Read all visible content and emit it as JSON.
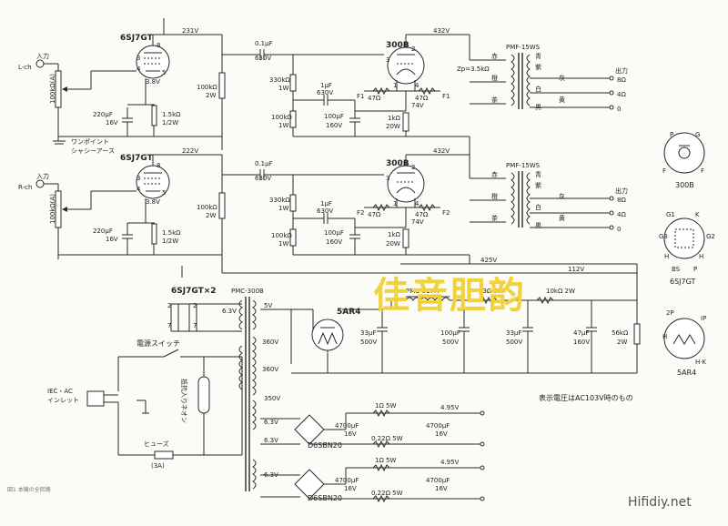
{
  "labels": {
    "input_l": "入力",
    "lch": "L-ch",
    "input_r": "入力",
    "rch": "R-ch",
    "pot": "100kΩ(A)",
    "pot2": "100kΩ(A)",
    "ground1": "ワンポイント",
    "ground2": "シャシーアース",
    "tube_6sj7": "6SJ7GT",
    "tube_6sj7_r": "6SJ7GT",
    "tube_300b": "300B",
    "tube_300b_r": "300B",
    "v231": "231V",
    "v222": "222V",
    "v432a": "432V",
    "v432b": "432V",
    "v425": "425V",
    "v112": "112V",
    "v38a": "3.8V",
    "v38b": "3.8V",
    "v74a": "74V",
    "v74b": "74V",
    "c01a": "0.1μF",
    "c01a_v": "630V",
    "c01b": "0.1μF",
    "c01b_v": "630V",
    "r330a": "330kΩ",
    "r330a_w": "1W",
    "r330b": "330kΩ",
    "r330b_w": "1W",
    "r100a": "100kΩ",
    "r100a_w": "1W",
    "r100b": "100kΩ",
    "r100b_w": "1W",
    "r100k2wa": "100kΩ",
    "r100k2wa_w": "2W",
    "r100k2wb": "100kΩ",
    "r100k2wb_w": "2W",
    "c1ua": "1μF",
    "c1ua_v": "630V",
    "c1ub": "1μF",
    "c1ub_v": "630V",
    "c100a": "100μF",
    "c100a_v": "160V",
    "c100b": "100μF",
    "c100b_v": "160V",
    "r1ka": "1kΩ",
    "r1ka_w": "20W",
    "r1kb": "1kΩ",
    "r1kb_w": "20W",
    "r47a1": "47Ω",
    "r47a2": "47Ω",
    "r47b1": "47Ω",
    "r47b2": "47Ω",
    "c220a": "220μF",
    "c220a_v": "16V",
    "c220b": "220μF",
    "c220b_v": "16V",
    "r15a": "1.5kΩ",
    "r15a_w": "1/2W",
    "r15b": "1.5kΩ",
    "r15b_w": "1/2W",
    "otx": "PMF-15WS",
    "otx2": "PMF-15WS",
    "zp": "Zp=3.5kΩ",
    "c_aka": "赤",
    "c_tou": "橙",
    "c_cha": "茶",
    "c_ao": "青",
    "c_murasaki": "紫",
    "c_hai": "灰",
    "c_shiro": "白",
    "c_ki": "黄",
    "c_kuro": "黒",
    "c_aka2": "赤",
    "c_tou2": "橙",
    "c_cha2": "茶",
    "c_ao2": "青",
    "c_murasaki2": "紫",
    "c_hai2": "灰",
    "c_shiro2": "白",
    "c_ki2": "黄",
    "c_kuro2": "黒",
    "out1": "出力",
    "o8a": "8Ω",
    "o4a": "4Ω",
    "o0a": "0",
    "out2": "出力",
    "o8b": "8Ω",
    "o4b": "4Ω",
    "o0b": "0",
    "ptx": "PMC-300B",
    "tube_6sj7x2": "6SJ7GT×2",
    "v63a": "6.3V",
    "v5": "5V",
    "v360a": "360V",
    "v360b": "360V",
    "v350": "350V",
    "v63b": "6.3V",
    "v63c": "6.3V",
    "v63d": "6.3V",
    "tube_5ar4": "5AR4",
    "choke": "PMC-817H",
    "r33_5w": "33Ω 5W",
    "r10k2w": "10kΩ 2W",
    "c33a": "33μF",
    "c33a_v": "500V",
    "c100c": "100μF",
    "c100c_v": "500V",
    "c33b": "33μF",
    "c33b_v": "500V",
    "c47": "47μF",
    "c47_v": "160V",
    "r56k": "56kΩ",
    "r56k_w": "2W",
    "power_sw": "電源スイッチ",
    "iec1": "IEC・AC",
    "iec2": "インレット",
    "neon": "抵抗入りネオン",
    "fuse": "ヒューズ",
    "fuse_a": "(3A)",
    "r1_5wa": "1Ω 5W",
    "r1_5wb": "1Ω 5W",
    "r022a": "0.22Ω 5W",
    "r022b": "0.22Ω 5W",
    "c4700a": "4700μF",
    "c4700a_v": "16V",
    "c4700b": "4700μF",
    "c4700b_v": "16V",
    "c4700c": "4700μF",
    "c4700c_v": "16V",
    "c4700d": "4700μF",
    "c4700d_v": "16V",
    "v495a": "4.95V",
    "v495b": "4.95V",
    "d6sbn20a": "D6SBN20",
    "d6sbn20b": "D6SBN20",
    "f1": "F1",
    "f1b": "F1",
    "f2": "F2",
    "f2b": "F2",
    "note": "表示電圧はAC103V時のもの",
    "pin_300b": "300B",
    "pin_6sj7": "6SJ7GT",
    "pin_5ar4": "5AR4",
    "caption": "図1 本機の全回路",
    "watermark": "佳音胆韵",
    "site": "Hifidiy.net"
  },
  "colors": {
    "wire": "#2a2a2a",
    "watermark": "#f2d23b",
    "background": "#fbfbf8"
  }
}
